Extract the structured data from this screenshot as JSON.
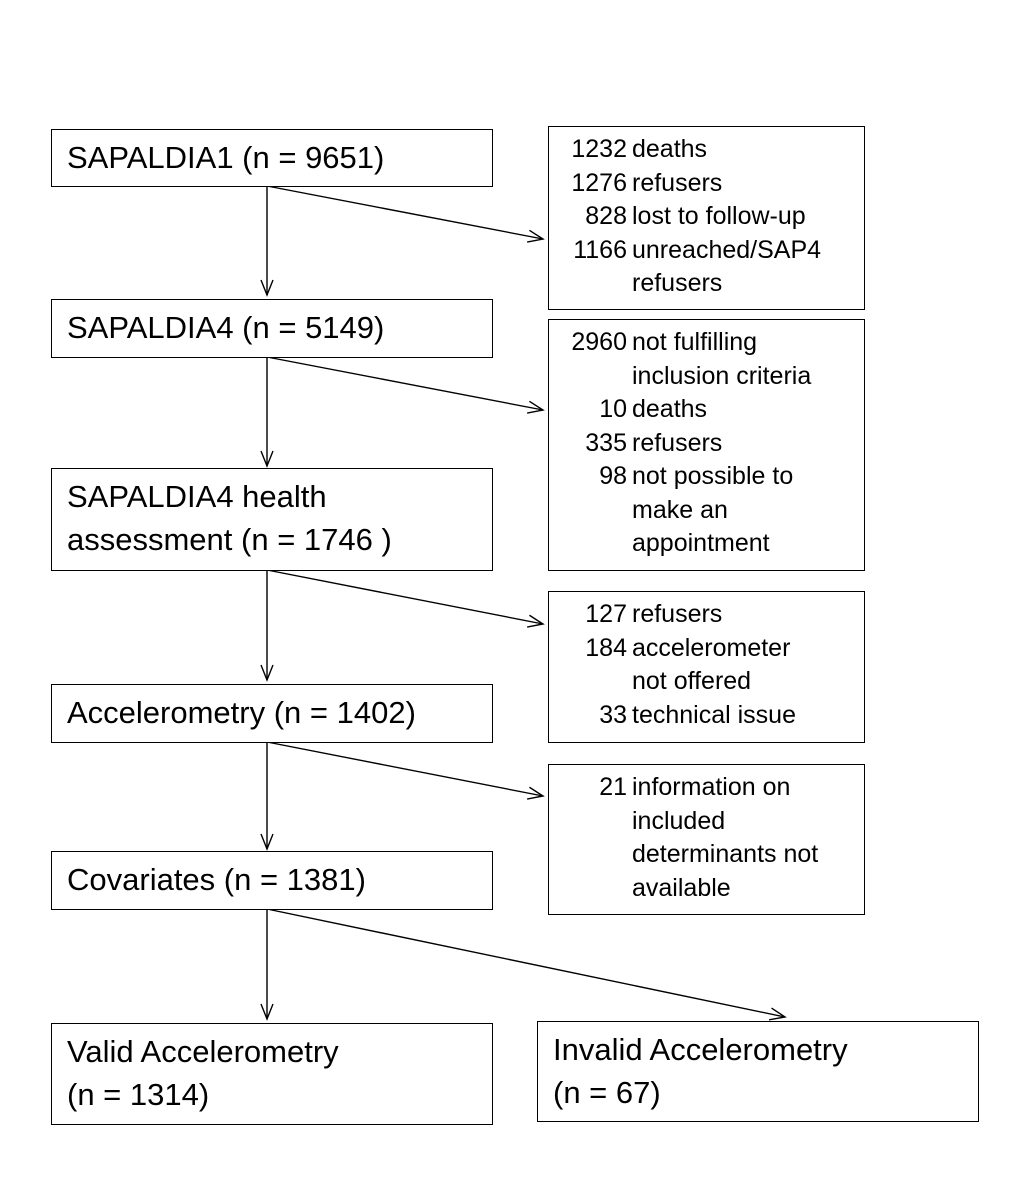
{
  "boxes": [
    {
      "id": "sap1",
      "lines": [
        "SAPALDIA1  (n = 9651)"
      ]
    },
    {
      "id": "sap4",
      "lines": [
        "SAPALDIA4  (n = 5149)"
      ]
    },
    {
      "id": "health",
      "lines": [
        "SAPALDIA4  health",
        "assessment (n = 1746 )"
      ]
    },
    {
      "id": "accel",
      "lines": [
        "Accelerometry (n = 1402)"
      ]
    },
    {
      "id": "cov",
      "lines": [
        "Covariates (n = 1381)"
      ]
    },
    {
      "id": "valid",
      "lines": [
        "Valid Accelerometry",
        "(n = 1314)"
      ]
    },
    {
      "id": "invalid",
      "lines": [
        "Invalid Accelerometry",
        "(n = 67)"
      ]
    }
  ],
  "exclusions": [
    {
      "id": "ex1",
      "rows": [
        {
          "n": "1232",
          "lines": [
            "deaths"
          ]
        },
        {
          "n": "1276",
          "lines": [
            "refusers"
          ]
        },
        {
          "n": "828",
          "lines": [
            "lost to follow-up"
          ]
        },
        {
          "n": "1166",
          "lines": [
            "unreached/SAP4",
            "refusers"
          ]
        }
      ]
    },
    {
      "id": "ex2",
      "rows": [
        {
          "n": "2960",
          "lines": [
            "not fulfilling",
            "inclusion criteria"
          ]
        },
        {
          "n": "10",
          "lines": [
            "deaths"
          ]
        },
        {
          "n": "335",
          "lines": [
            "refusers"
          ]
        },
        {
          "n": "98",
          "lines": [
            "not possible to",
            "make an",
            "appointment"
          ]
        }
      ]
    },
    {
      "id": "ex3",
      "rows": [
        {
          "n": "127",
          "lines": [
            "refusers"
          ]
        },
        {
          "n": "184",
          "lines": [
            "accelerometer",
            "not offered"
          ]
        },
        {
          "n": "33",
          "lines": [
            "technical issue"
          ]
        }
      ]
    },
    {
      "id": "ex4",
      "rows": [
        {
          "n": "21",
          "lines": [
            "information on",
            "included",
            "determinants not",
            "available"
          ]
        }
      ]
    }
  ]
}
